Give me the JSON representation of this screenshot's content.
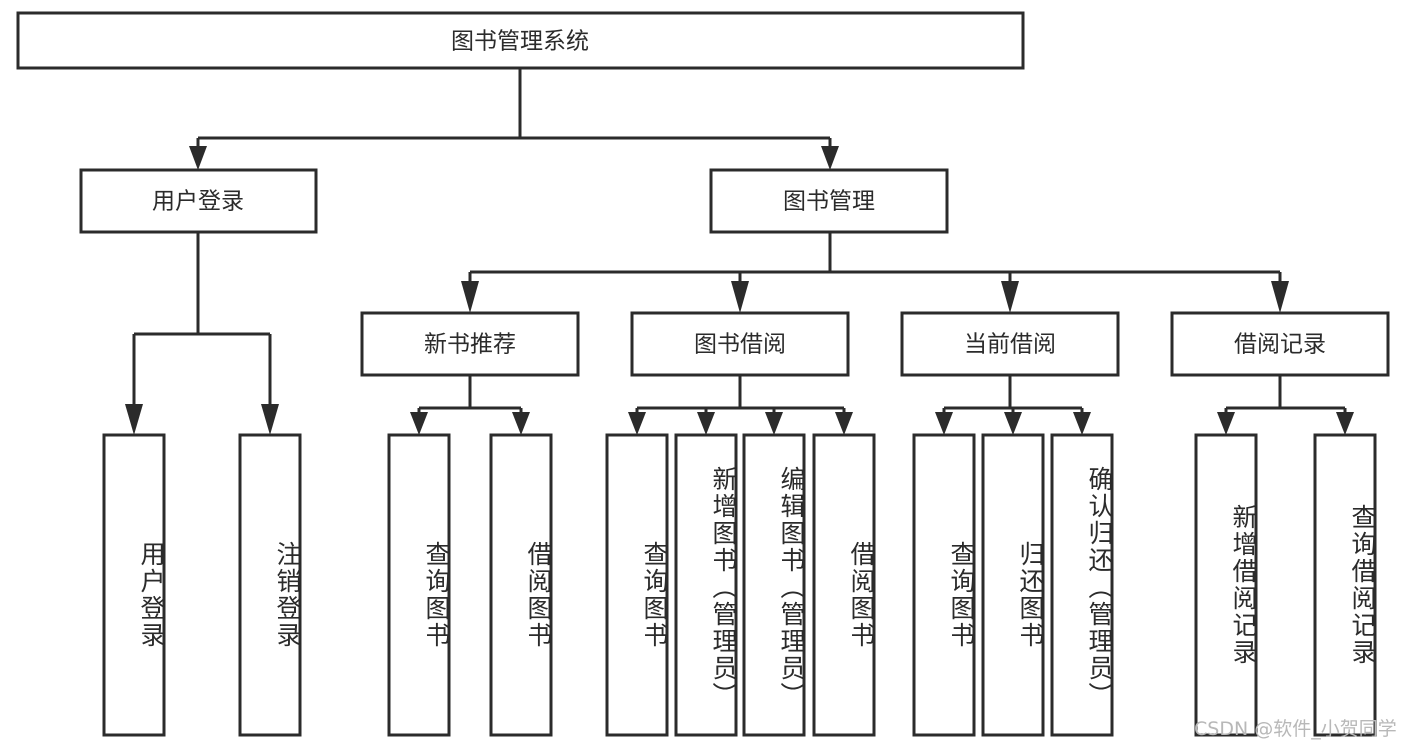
{
  "diagram": {
    "type": "tree-hierarchy",
    "title": "图书管理系统",
    "root": {
      "id": "root",
      "label": "图书管理系统",
      "level": 0
    },
    "level2": [
      {
        "id": "user-login",
        "label": "用户登录"
      },
      {
        "id": "book-management",
        "label": "图书管理"
      }
    ],
    "level3": [
      {
        "id": "new-book-recommend",
        "label": "新书推荐",
        "parent": "book-management"
      },
      {
        "id": "book-borrow",
        "label": "图书借阅",
        "parent": "book-management"
      },
      {
        "id": "current-borrow",
        "label": "当前借阅",
        "parent": "book-management"
      },
      {
        "id": "borrow-record",
        "label": "借阅记录",
        "parent": "book-management"
      }
    ],
    "leaves": {
      "user-login": [
        {
          "id": "leaf-user-login",
          "label": "用户登录"
        },
        {
          "id": "leaf-logout",
          "label": "注销登录"
        }
      ],
      "new-book-recommend": [
        {
          "id": "leaf-query-book-1",
          "label": "查询图书"
        },
        {
          "id": "leaf-borrow-book-1",
          "label": "借阅图书"
        }
      ],
      "book-borrow": [
        {
          "id": "leaf-query-book-2",
          "label": "查询图书"
        },
        {
          "id": "leaf-add-book",
          "label": "新增图书（管理员）"
        },
        {
          "id": "leaf-edit-book",
          "label": "编辑图书（管理员）"
        },
        {
          "id": "leaf-borrow-book-2",
          "label": "借阅图书"
        }
      ],
      "current-borrow": [
        {
          "id": "leaf-query-book-3",
          "label": "查询图书"
        },
        {
          "id": "leaf-return-book",
          "label": "归还图书"
        },
        {
          "id": "leaf-confirm-return",
          "label": "确认归还（管理员）"
        }
      ],
      "borrow-record": [
        {
          "id": "leaf-add-record",
          "label": "新增借阅记录"
        },
        {
          "id": "leaf-query-record",
          "label": "查询借阅记录"
        }
      ]
    }
  },
  "watermark": {
    "text": "CSDN @软件_小贺同学"
  },
  "colors": {
    "stroke": "#2b2b2b",
    "fill": "#ffffff",
    "text": "#2b2b2b",
    "watermark": "#b8b8b8",
    "background": "#ffffff"
  }
}
